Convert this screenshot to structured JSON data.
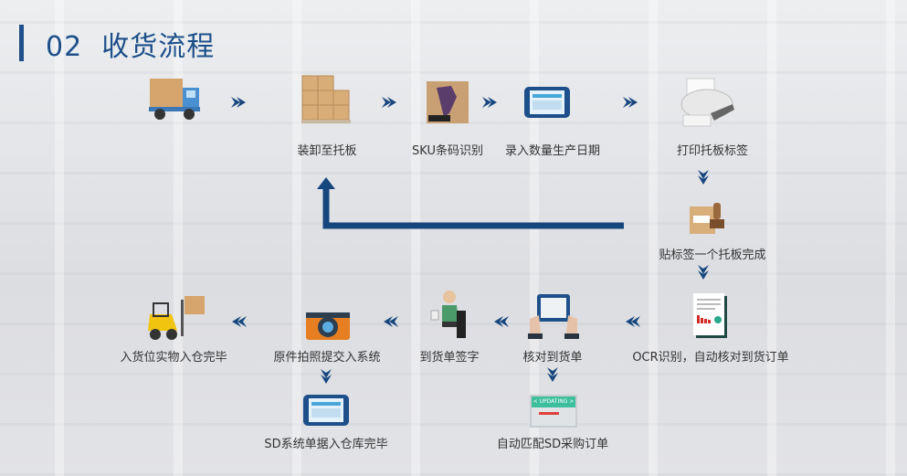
{
  "title": {
    "number": "02",
    "text": "收货流程"
  },
  "steps": {
    "unload": "装卸至托板",
    "sku": "SKU条码识别",
    "entry": "录入数量生产日期",
    "print": "打印托板标签",
    "label": "贴标签一个托板完成",
    "ocr": "OCR识别，自动核对到货订单",
    "check": "核对到货单",
    "sign": "到货单签字",
    "photo": "原件拍照提交入系统",
    "putaway": "入货位实物入仓完毕",
    "sd": "SD系统单据入仓库完毕",
    "match": "自动匹配SD采购订单"
  },
  "screen_text": "< UPDATING >",
  "colors": {
    "accent": "#1d4f8a",
    "arrow": "#16467e"
  }
}
